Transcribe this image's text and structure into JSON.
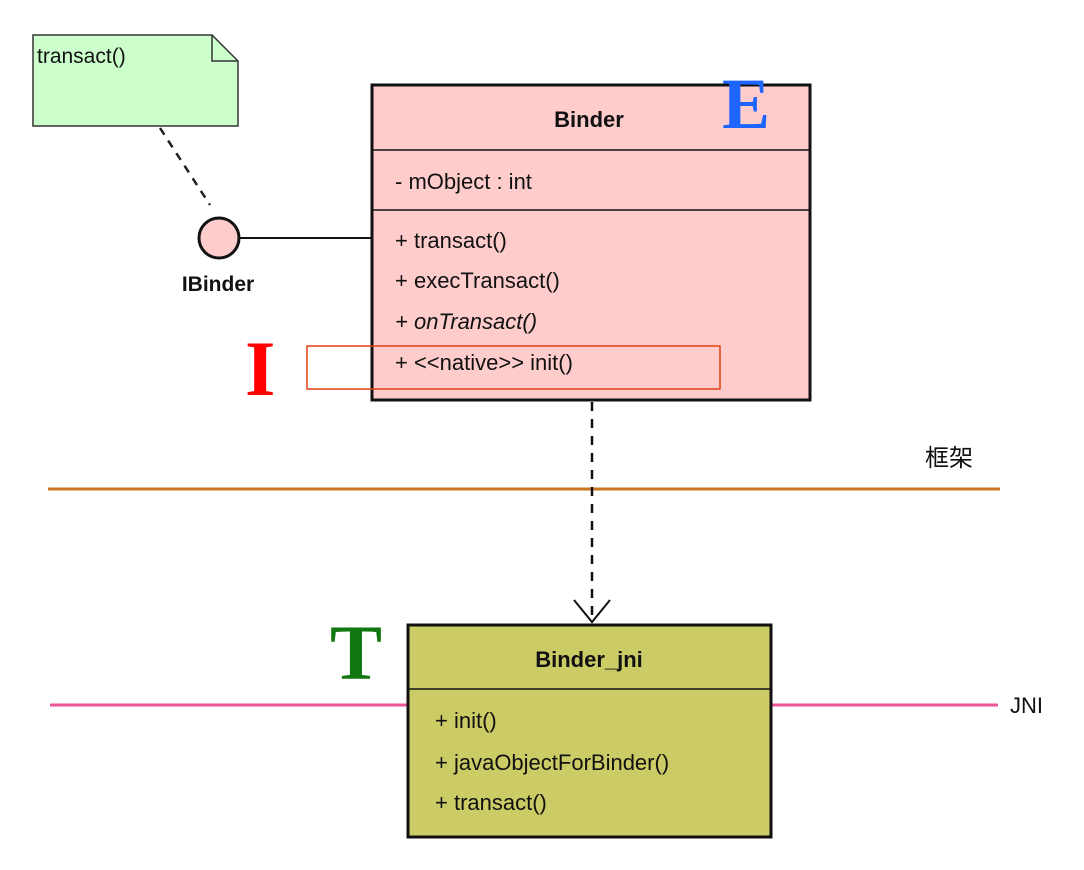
{
  "colors": {
    "binder_fill": "#FFCCCC",
    "binder_jni_fill": "#CCCC66",
    "note_fill": "#CCFFCC",
    "interface_fill": "#FFCCCC",
    "framework_line": "#CC7722",
    "jni_line": "#EE5599",
    "highlight_box": "#E04010",
    "letter_E": "#1E64FF",
    "letter_I": "#FF0000",
    "letter_T": "#117711"
  },
  "note": {
    "text": "transact()"
  },
  "interface": {
    "name": "IBinder"
  },
  "binder_class": {
    "name": "Binder",
    "attributes": [
      "- mObject : int"
    ],
    "operations": [
      "+ transact()",
      "+ execTransact()",
      "+ onTransact()",
      "+ <<native>> init()"
    ]
  },
  "binder_jni_class": {
    "name": "Binder_jni",
    "operations": [
      "+ init()",
      "+ javaObjectForBinder()",
      "+ transact()"
    ]
  },
  "lines": {
    "framework_label": "框架",
    "jni_label": "JNI"
  },
  "letters": {
    "E": "E",
    "I": "I",
    "T": "T"
  }
}
